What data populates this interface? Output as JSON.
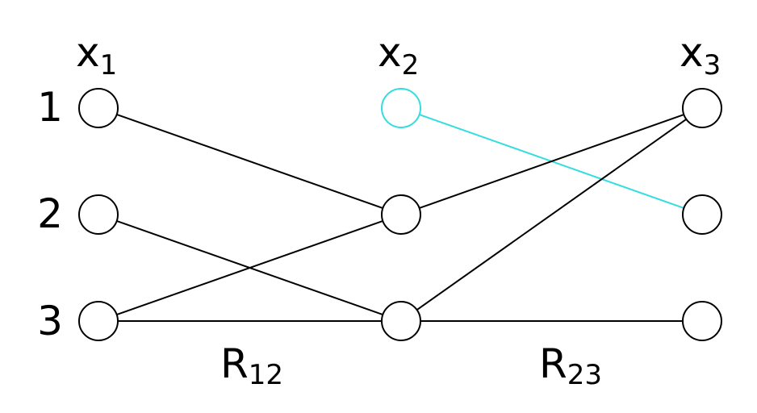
{
  "columns": [
    {
      "label": "x",
      "sub": "1"
    },
    {
      "label": "x",
      "sub": "2"
    },
    {
      "label": "x",
      "sub": "3"
    }
  ],
  "row_labels": [
    "1",
    "2",
    "3"
  ],
  "relations": [
    {
      "label": "R",
      "sub": "12"
    },
    {
      "label": "R",
      "sub": "23"
    }
  ],
  "colors": {
    "default": "#000000",
    "highlight": "#33dde0"
  },
  "nodes": [
    {
      "col": 0,
      "row": 0,
      "highlight": false
    },
    {
      "col": 0,
      "row": 1,
      "highlight": false
    },
    {
      "col": 0,
      "row": 2,
      "highlight": false
    },
    {
      "col": 1,
      "row": 0,
      "highlight": true
    },
    {
      "col": 1,
      "row": 1,
      "highlight": false
    },
    {
      "col": 1,
      "row": 2,
      "highlight": false
    },
    {
      "col": 2,
      "row": 0,
      "highlight": false
    },
    {
      "col": 2,
      "row": 1,
      "highlight": false
    },
    {
      "col": 2,
      "row": 2,
      "highlight": false
    }
  ],
  "edges": [
    {
      "from": [
        0,
        0
      ],
      "to": [
        1,
        1
      ],
      "highlight": false
    },
    {
      "from": [
        0,
        1
      ],
      "to": [
        1,
        2
      ],
      "highlight": false
    },
    {
      "from": [
        0,
        2
      ],
      "to": [
        1,
        1
      ],
      "highlight": false
    },
    {
      "from": [
        0,
        2
      ],
      "to": [
        1,
        2
      ],
      "highlight": false
    },
    {
      "from": [
        1,
        0
      ],
      "to": [
        2,
        1
      ],
      "highlight": true
    },
    {
      "from": [
        1,
        1
      ],
      "to": [
        2,
        0
      ],
      "highlight": false
    },
    {
      "from": [
        1,
        2
      ],
      "to": [
        2,
        0
      ],
      "highlight": false
    },
    {
      "from": [
        1,
        2
      ],
      "to": [
        2,
        2
      ],
      "highlight": false
    }
  ]
}
